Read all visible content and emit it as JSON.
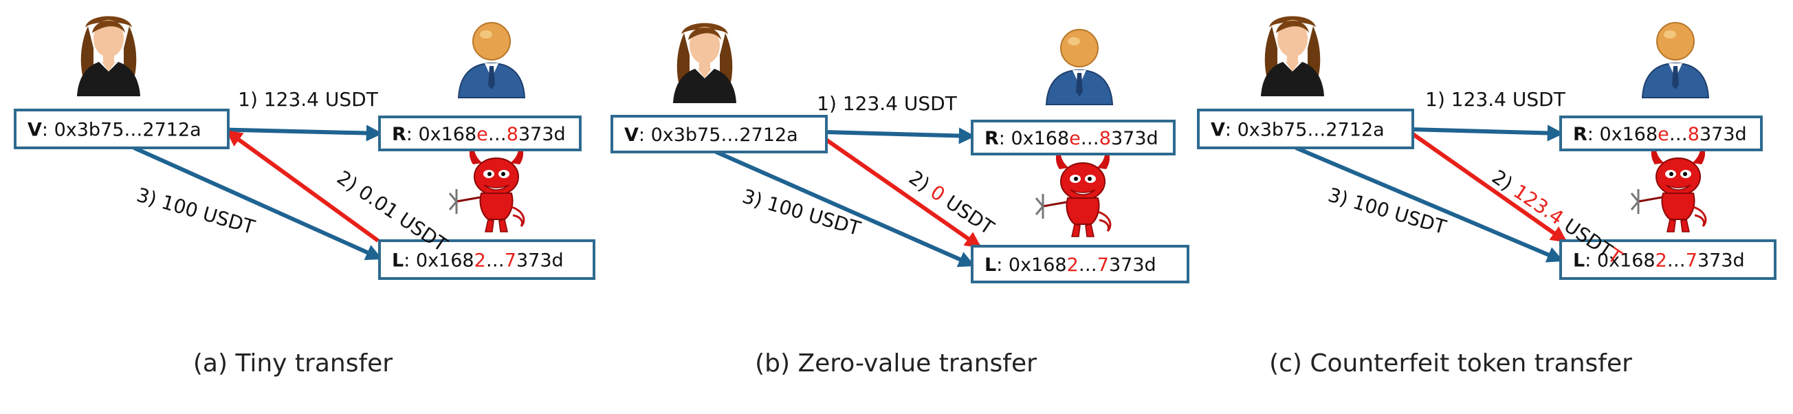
{
  "colors": {
    "box_border": "#2e6a8f",
    "legit_arrow": "#1f6391",
    "attack_arrow": "#e8201a",
    "highlight_text": "#e8201a"
  },
  "icons": {
    "victim": "woman-user-icon",
    "recipient": "man-user-icon",
    "attacker": "red-devil-icon"
  },
  "panels": [
    {
      "caption": "(a)  Tiny transfer",
      "victim": {
        "label": "V",
        "address": ": 0x3b75…2712a"
      },
      "recipient": {
        "label": "R",
        "addr_pre": ": 0x168",
        "addr_hl1": "e",
        "addr_mid": "…",
        "addr_hl2": "8",
        "addr_post": "373d"
      },
      "lookalike": {
        "label": "L",
        "addr_pre": ": 0x168",
        "addr_hl1": "2",
        "addr_mid": "…",
        "addr_hl2": "7",
        "addr_post": "373d"
      },
      "transfers": {
        "t1": "1) 123.4 USDT",
        "t2_prefix": "2) ",
        "t2_value": "0.01",
        "t2_suffix": " USDT",
        "t2_extra": "",
        "t3": "3) 100 USDT"
      }
    },
    {
      "caption": "(b)  Zero-value transfer",
      "victim": {
        "label": "V",
        "address": ": 0x3b75…2712a"
      },
      "recipient": {
        "label": "R",
        "addr_pre": ": 0x168",
        "addr_hl1": "e",
        "addr_mid": "…",
        "addr_hl2": "8",
        "addr_post": "373d"
      },
      "lookalike": {
        "label": "L",
        "addr_pre": ": 0x168",
        "addr_hl1": "2",
        "addr_mid": "…",
        "addr_hl2": "7",
        "addr_post": "373d"
      },
      "transfers": {
        "t1": "1) 123.4 USDT",
        "t2_prefix": "2) ",
        "t2_value": "0",
        "t2_suffix": " USDT",
        "t2_extra": "",
        "t3": "3) 100 USDT"
      }
    },
    {
      "caption": "(c)  Counterfeit token transfer",
      "victim": {
        "label": "V",
        "address": ": 0x3b75…2712a"
      },
      "recipient": {
        "label": "R",
        "addr_pre": ": 0x168",
        "addr_hl1": "e",
        "addr_mid": "…",
        "addr_hl2": "8",
        "addr_post": "373d"
      },
      "lookalike": {
        "label": "L",
        "addr_pre": ": 0x168",
        "addr_hl1": "2",
        "addr_mid": "…",
        "addr_hl2": "7",
        "addr_post": "373d"
      },
      "transfers": {
        "t1": "1) 123.4 USDT",
        "t2_prefix": "2) ",
        "t2_value": "123.4",
        "t2_suffix": " USDT",
        "t2_extra": "T",
        "t3": "3) 100 USDT"
      }
    }
  ]
}
